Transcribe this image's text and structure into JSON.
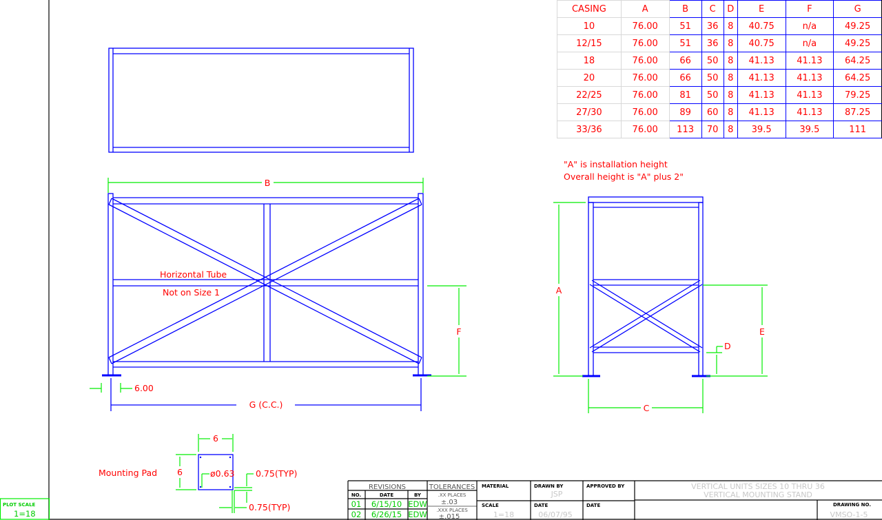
{
  "casing_table": {
    "headers": [
      "CASING",
      "A",
      "B",
      "C",
      "D",
      "E",
      "F",
      "G"
    ],
    "rows": [
      [
        "10",
        "76.00",
        "51",
        "36",
        "8",
        "40.75",
        "n/a",
        "49.25"
      ],
      [
        "12/15",
        "76.00",
        "51",
        "36",
        "8",
        "40.75",
        "n/a",
        "49.25"
      ],
      [
        "18",
        "76.00",
        "66",
        "50",
        "8",
        "41.13",
        "41.13",
        "64.25"
      ],
      [
        "20",
        "76.00",
        "66",
        "50",
        "8",
        "41.13",
        "41.13",
        "64.25"
      ],
      [
        "22/25",
        "76.00",
        "81",
        "50",
        "8",
        "41.13",
        "41.13",
        "79.25"
      ],
      [
        "27/30",
        "76.00",
        "89",
        "60",
        "8",
        "41.13",
        "41.13",
        "87.25"
      ],
      [
        "33/36",
        "76.00",
        "113",
        "70",
        "8",
        "39.5",
        "39.5",
        "111"
      ]
    ]
  },
  "notes": {
    "install_line1": "\"A\" is installation height",
    "install_line2": "Overall height is \"A\" plus 2\"",
    "horizontal_tube": "Horizontal Tube",
    "not_on_size": "Not on Size 1",
    "mounting_pad": "Mounting Pad"
  },
  "dimensions": {
    "b": "B",
    "f": "F",
    "six_offset": "6.00",
    "g": "G (C.C.)",
    "a": "A",
    "c": "C",
    "d": "D",
    "e": "E",
    "pad_width": "6",
    "pad_height": "6",
    "hole": "ø0.63",
    "typ1": "0.75(TYP)",
    "typ2": "0.75(TYP)"
  },
  "plot_scale": {
    "label": "PLOT SCALE",
    "value": "1=18"
  },
  "title_block": {
    "revisions_title": "REVISIONS",
    "rev_headers": [
      "NO.",
      "DATE",
      "BY"
    ],
    "revisions": [
      {
        "no": "01",
        "date": "6/15/10",
        "by": "EDW"
      },
      {
        "no": "02",
        "date": "6/26/15",
        "by": "EDW"
      }
    ],
    "tolerances_title": "TOLERANCES",
    "tol_xx_label": ".XX PLACES",
    "tol_xx_value": "±.03",
    "tol_xxx_label": ".XXX PLACES",
    "tol_xxx_value": "±.015",
    "material_label": "MATERIAL",
    "scale_label": "SCALE",
    "scale_value": "1=18",
    "drawn_by_label": "DRAWN BY",
    "drawn_by_value": "JSP",
    "date_label": "DATE",
    "date_value": "06/07/95",
    "approved_by_label": "APPROVED BY",
    "approved_date_label": "DATE",
    "title_line1": "VERTICAL UNITS SIZES 10 THRU 36",
    "title_line2": "VERTICAL MOUNTING STAND",
    "drawing_no_label": "DRAWING NO.",
    "drawing_no_value": "VMSO-1-5"
  },
  "colors": {
    "geometry": "#0000ff",
    "dimension": "#00ee00",
    "text": "#ff0000"
  }
}
